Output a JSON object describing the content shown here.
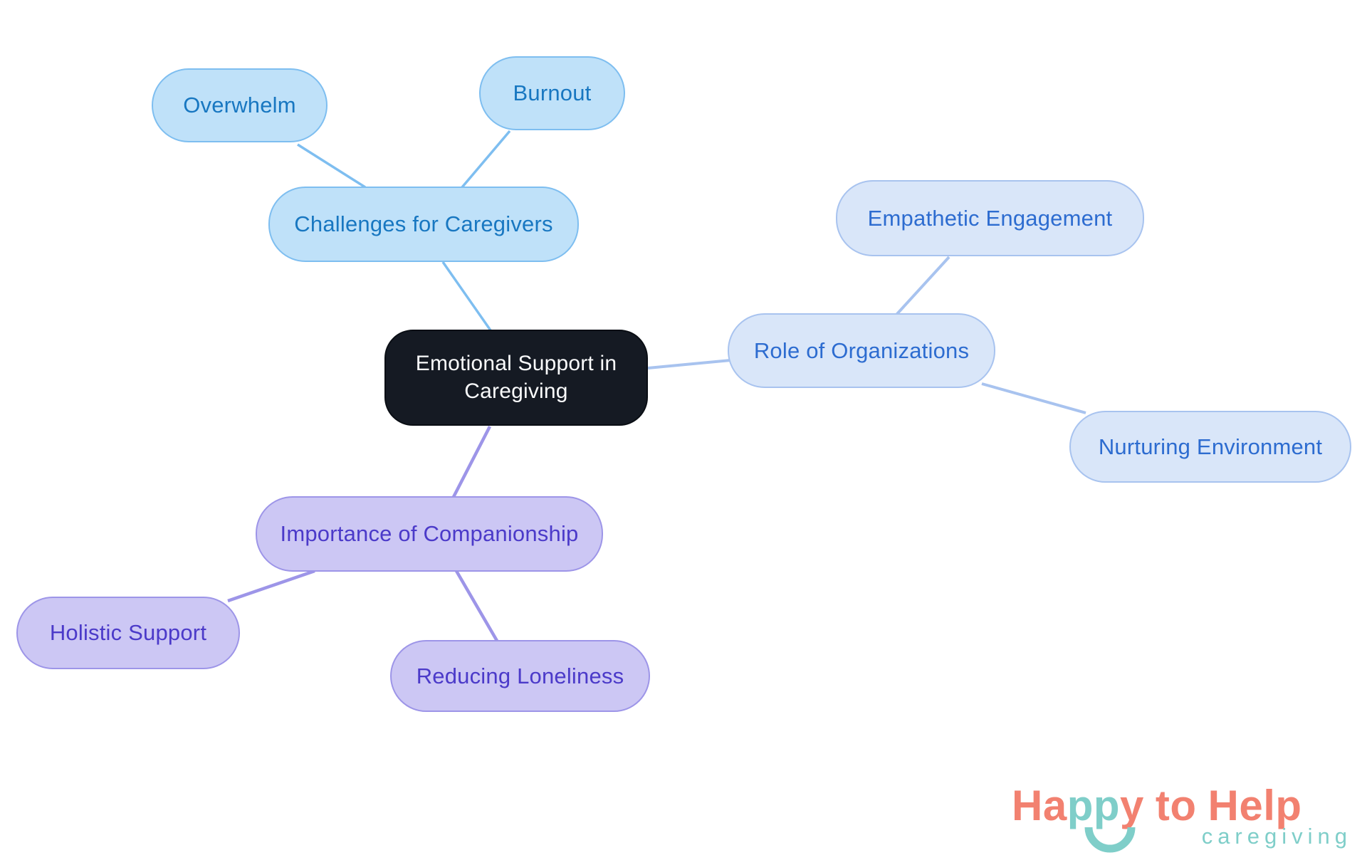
{
  "colors": {
    "central_bg": "#151A23",
    "central_text": "#FAFBFC",
    "blue_fill": "#BFE1F9",
    "blue_border": "#7EBEF0",
    "blue_text": "#1877C1",
    "peri_fill": "#D9E6F9",
    "peri_border": "#A8C3EF",
    "peri_text": "#2D6CD0",
    "purple_fill": "#CCC7F4",
    "purple_border": "#9D95E8",
    "purple_text": "#4B3AC9",
    "logo_coral": "#F28170",
    "logo_teal": "#7FCEC9"
  },
  "nodes": {
    "central": {
      "label": "Emotional Support in Caregiving"
    },
    "challenges": {
      "label": "Challenges for Caregivers"
    },
    "overwhelm": {
      "label": "Overwhelm"
    },
    "burnout": {
      "label": "Burnout"
    },
    "role": {
      "label": "Role of Organizations"
    },
    "empathetic": {
      "label": "Empathetic Engagement"
    },
    "nurturing": {
      "label": "Nurturing Environment"
    },
    "importance": {
      "label": "Importance of Companionship"
    },
    "holistic": {
      "label": "Holistic Support"
    },
    "reducing": {
      "label": "Reducing Loneliness"
    }
  },
  "edges": [
    {
      "from": "central",
      "to": "challenges"
    },
    {
      "from": "challenges",
      "to": "overwhelm"
    },
    {
      "from": "challenges",
      "to": "burnout"
    },
    {
      "from": "central",
      "to": "role"
    },
    {
      "from": "role",
      "to": "empathetic"
    },
    {
      "from": "role",
      "to": "nurturing"
    },
    {
      "from": "central",
      "to": "importance"
    },
    {
      "from": "importance",
      "to": "holistic"
    },
    {
      "from": "importance",
      "to": "reducing"
    }
  ],
  "logo": {
    "part_ha": "Ha",
    "part_pp": "pp",
    "part_y": "y",
    "part_to": "to",
    "part_help": "Help",
    "tagline": "caregiving"
  }
}
